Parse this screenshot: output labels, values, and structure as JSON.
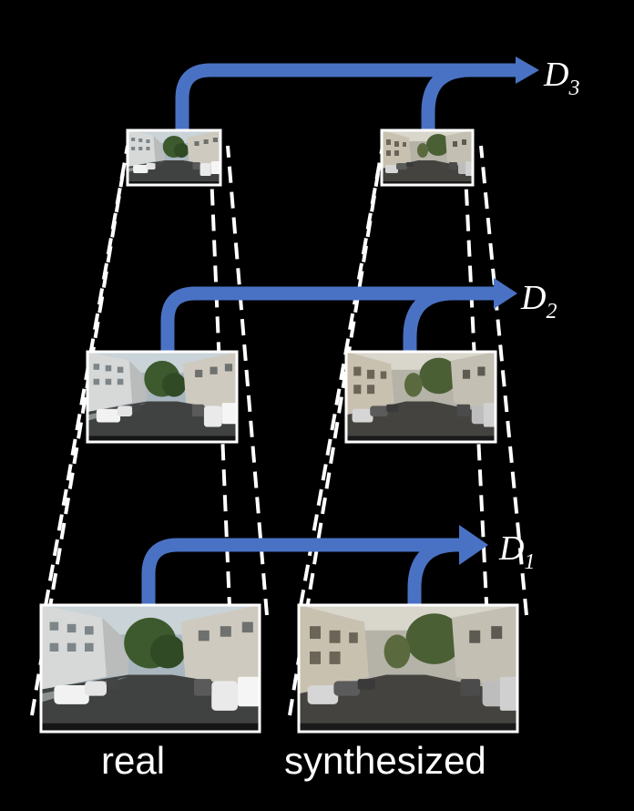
{
  "colors": {
    "background": "#000000",
    "arrow": "#4a72c4",
    "dashed_lines": "#ffffff",
    "thumbnail_border": "#ffffff",
    "text": "#ffffff"
  },
  "discriminators": [
    {
      "base": "D",
      "subscript": "3"
    },
    {
      "base": "D",
      "subscript": "2"
    },
    {
      "base": "D",
      "subscript": "1"
    }
  ],
  "captions": {
    "real": "real",
    "synthesized": "synthesized"
  },
  "images": {
    "real": [
      "street-scene-real-scale-3",
      "street-scene-real-scale-2",
      "street-scene-real-scale-1"
    ],
    "synthesized": [
      "street-scene-synth-scale-3",
      "street-scene-synth-scale-2",
      "street-scene-synth-scale-1"
    ]
  }
}
